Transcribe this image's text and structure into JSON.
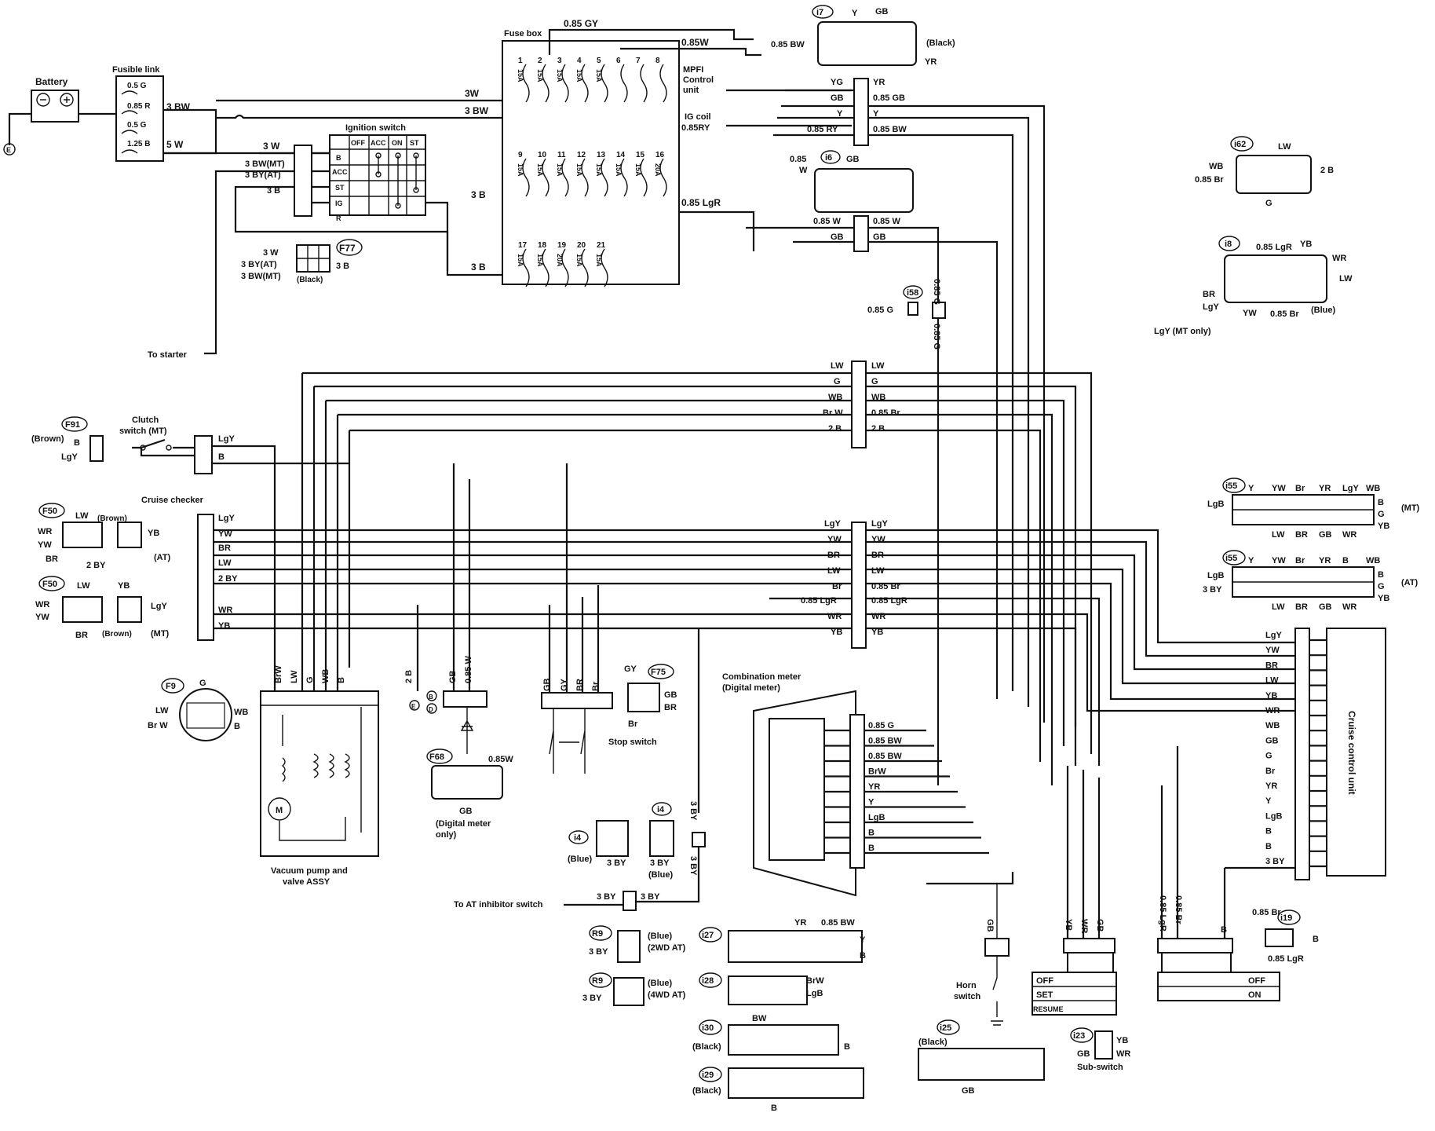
{
  "battery": {
    "label": "Battery"
  },
  "fusible_link": {
    "title": "Fusible link",
    "values": [
      "0.5 G",
      "0.85 R",
      "0.5 G",
      "1.25 B"
    ]
  },
  "ignition_switch": {
    "title": "Ignition switch",
    "columns": [
      "OFF",
      "ACC",
      "ON",
      "ST"
    ],
    "rows": [
      "B",
      "ACC",
      "ST",
      "IG",
      "R"
    ]
  },
  "fuse_box": {
    "title": "Fuse box",
    "rows": [
      {
        "numbers": [
          "1",
          "2",
          "3",
          "4",
          "5",
          "6",
          "7",
          "8"
        ],
        "ratings": [
          "15A",
          "15A",
          "15A",
          "15A",
          "15A",
          "",
          "",
          ""
        ]
      },
      {
        "numbers": [
          "9",
          "10",
          "11",
          "12",
          "13",
          "14",
          "15",
          "16"
        ],
        "ratings": [
          "15A",
          "15A",
          "15A",
          "15A",
          "15A",
          "15A",
          "15A",
          "20A"
        ]
      },
      {
        "numbers": [
          "17",
          "18",
          "19",
          "20",
          "21"
        ],
        "ratings": [
          "15A",
          "15A",
          "20A",
          "15A",
          "15A"
        ]
      }
    ],
    "top_wire": "0.85 GY",
    "right_wire": "0.85W"
  },
  "wires_left": {
    "w3": "3W",
    "bw3": "3 BW",
    "bw3b": "3 BW",
    "w5": "5 W",
    "w3b": "3 W",
    "bwmt": "3 BW(MT)",
    "byat": "3 BY(AT)",
    "b3": "3 B",
    "b3b": "3 B",
    "b3c": "3 B",
    "lgr": "0.85 LgR",
    "to_starter": "To starter"
  },
  "mpfi": {
    "label1": "MPFI",
    "label2": "Control",
    "label3": "unit",
    "ig_coil": "IG coil",
    "ig_wire": "0.85RY"
  },
  "connectors": {
    "i7": {
      "id": "i7",
      "color": "(Black)",
      "wires": [
        "0.85 BW",
        "Y",
        "GB",
        "YR"
      ]
    },
    "i6": {
      "id": "i6",
      "wires": [
        "0.85",
        "W",
        "GB"
      ]
    },
    "i62": {
      "id": "i62",
      "wires": [
        "LW",
        "WB",
        "0.85 Br",
        "2 B",
        "G"
      ]
    },
    "i8": {
      "id": "i8",
      "color": "(Blue)",
      "note": "LgY (MT only)",
      "wires": [
        "0.85 LgR",
        "YB",
        "WR",
        "LW",
        "BR",
        "LgY",
        "YW",
        "0.85 Br"
      ]
    },
    "i58": {
      "id": "i58",
      "wire": "0.85 G",
      "side1": "0.85 G",
      "side2": "0.85 G"
    },
    "F77": {
      "id": "F77",
      "color": "(Black)",
      "wires": [
        "3 W",
        "3 BY(AT)",
        "3 BW(MT)",
        "3 B"
      ]
    },
    "F91": {
      "id": "F91",
      "color": "(Brown)",
      "wires": [
        "B",
        "LgY"
      ]
    },
    "F50at": {
      "id": "F50",
      "color": "(Brown)",
      "mode": "(AT)",
      "wires": [
        "LW",
        "WR",
        "YW",
        "BR",
        "YB",
        "2 BY"
      ]
    },
    "F50mt": {
      "id": "F50",
      "color": "(Brown)",
      "mode": "(MT)",
      "wires": [
        "LW",
        "YB",
        "WR",
        "YW",
        "LgY",
        "BR"
      ]
    },
    "F9": {
      "id": "F9",
      "wires": [
        "G",
        "LW",
        "Br W",
        "WB",
        "B"
      ]
    },
    "F68": {
      "id": "F68",
      "wire": "0.85W",
      "gb": "GB",
      "note1": "(Digital meter",
      "note2": "only)"
    },
    "F75": {
      "id": "F75",
      "wires": [
        "GY",
        "GB",
        "Br",
        "BR"
      ]
    },
    "i4a": {
      "id": "i4",
      "color": "(Blue)",
      "wire": "3 BY"
    },
    "i4b": {
      "id": "i4",
      "color": "(Blue)",
      "wire": "3 BY"
    },
    "R9a": {
      "id": "R9",
      "color": "(Blue)",
      "mode": "(2WD AT)",
      "wire": "3 BY"
    },
    "R9b": {
      "id": "R9",
      "color": "(Blue)",
      "mode": "(4WD AT)",
      "wire": "3 BY"
    },
    "i27": {
      "id": "i27",
      "wires": [
        "YR",
        "0.85 BW",
        "Y",
        "B"
      ]
    },
    "i28": {
      "id": "i28",
      "wires": [
        "BrW",
        "LgB"
      ]
    },
    "i30": {
      "id": "i30",
      "color": "(Black)",
      "wires": [
        "BW",
        "B"
      ]
    },
    "i29": {
      "id": "i29",
      "color": "(Black)",
      "wires": [
        "B"
      ]
    },
    "i25": {
      "id": "i25",
      "color": "(Black)",
      "wires": [
        "GB"
      ]
    },
    "i23": {
      "id": "i23",
      "note": "Sub-switch",
      "wires": [
        "YB",
        "GB",
        "WR"
      ]
    },
    "i19": {
      "id": "i19",
      "wires": [
        "0.85 Br",
        "B",
        "0.85 LgR"
      ]
    },
    "i55mt": {
      "id": "i55",
      "mode": "(MT)",
      "top": [
        "Y",
        "YW",
        "Br",
        "YR",
        "LgY",
        "WB"
      ],
      "left": "LgB",
      "right": [
        "B",
        "G",
        "YB"
      ],
      "bottom": [
        "LW",
        "BR",
        "GB",
        "WR"
      ]
    },
    "i55at": {
      "id": "i55",
      "mode": "(AT)",
      "top": [
        "Y",
        "YW",
        "Br",
        "YR",
        "B",
        "WB"
      ],
      "left": [
        "LgB",
        "3 BY"
      ],
      "right": [
        "B",
        "G",
        "YB"
      ],
      "bottom": [
        "LW",
        "BR",
        "GB",
        "WR"
      ]
    }
  },
  "junction_top": {
    "left": [
      "YG",
      "GB",
      "Y",
      "0.85 RY"
    ],
    "right": [
      "YR",
      "0.85 GB",
      "Y",
      "0.85 BW"
    ]
  },
  "junction_mid": {
    "left": [
      "0.85 W",
      "GB"
    ],
    "right": [
      "0.85 W",
      "GB"
    ]
  },
  "junction_c": {
    "left": [
      "LW",
      "G",
      "WB",
      "Br W",
      "2 B"
    ],
    "right": [
      "LW",
      "G",
      "WB",
      "0.85 Br",
      "2 B"
    ]
  },
  "junction_d": {
    "left": [
      "LgY",
      "YW",
      "BR",
      "LW",
      "Br",
      "0.85 LgR",
      "WR",
      "YB"
    ],
    "right": [
      "LgY",
      "YW",
      "BR",
      "LW",
      "0.85 Br",
      "0.85 LgR",
      "WR",
      "YB"
    ]
  },
  "clutch": {
    "label1": "Clutch",
    "label2": "switch (MT)",
    "wires": [
      "LgY",
      "B"
    ]
  },
  "cruise_checker": {
    "label": "Cruise checker",
    "wires": [
      "LgY",
      "YW",
      "BR",
      "LW",
      "2 BY",
      "WR",
      "YB"
    ]
  },
  "vacuum": {
    "label1": "Vacuum pump and",
    "label2": "valve ASSY",
    "wires": [
      "BrW",
      "LW",
      "G",
      "WB",
      "B"
    ],
    "motor": "M"
  },
  "ground": {
    "e": "E",
    "b": "B",
    "d": "D",
    "b2": "2 B",
    "wires": [
      "GB",
      "0.85 W"
    ]
  },
  "stop_switch": {
    "label": "Stop switch",
    "wires": [
      "GB",
      "GY",
      "BR",
      "Br"
    ]
  },
  "combination_meter": {
    "label1": "Combination meter",
    "label2": "(Digital meter)",
    "wires": [
      "0.85 G",
      "0.85 BW",
      "0.85 BW",
      "BrW",
      "YR",
      "Y",
      "LgB",
      "B",
      "B"
    ]
  },
  "cruise_unit": {
    "label": "Cruise control unit",
    "wires": [
      "LgY",
      "YW",
      "BR",
      "LW",
      "YB",
      "WR",
      "WB",
      "GB",
      "G",
      "Br",
      "YR",
      "Y",
      "LgB",
      "B",
      "B",
      "3 BY"
    ]
  },
  "inhibitor": {
    "label": "To AT inhibitor switch",
    "wires": [
      "3 BY",
      "3 BY"
    ],
    "vert": [
      "3 BY",
      "3 BY"
    ]
  },
  "horn": {
    "label1": "Horn",
    "label2": "switch",
    "wire": "GB"
  },
  "main_switch": {
    "labels": [
      "OFF",
      "SET",
      "RESUME"
    ],
    "wires": [
      "YB",
      "WR",
      "GB"
    ]
  },
  "power_switch": {
    "labels": [
      "OFF",
      "ON"
    ],
    "wires": [
      "0.85 LgR",
      "0.85 Br",
      "B"
    ]
  }
}
